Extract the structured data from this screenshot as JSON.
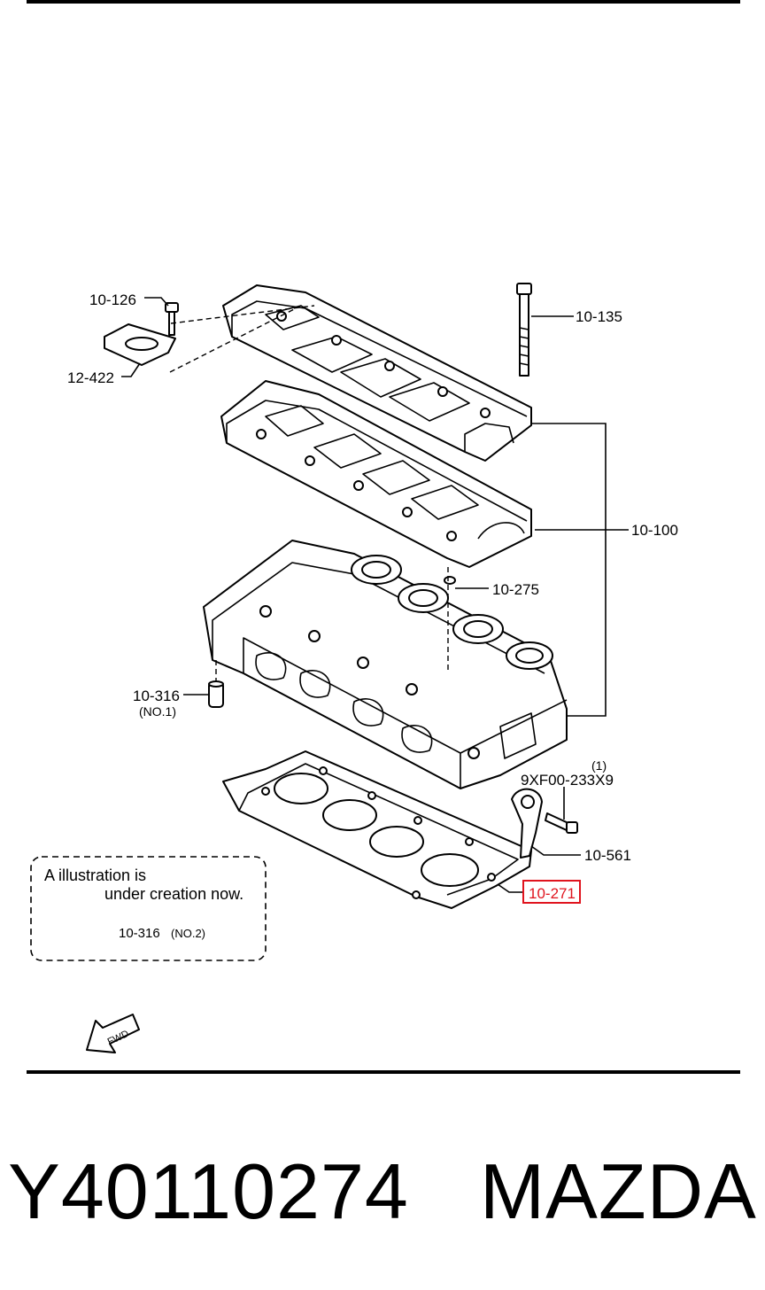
{
  "diagram": {
    "callouts": {
      "c1": "10-126",
      "c2": "12-422",
      "c3": "10-135",
      "c4": "10-100",
      "c5": "10-275",
      "c6": "10-316",
      "c6_note": "(NO.1)",
      "c7": "(1)",
      "c8": "9XF00-233X9",
      "c9": "10-561",
      "c10": "10-271"
    },
    "note_box": {
      "line1": "A illustration is",
      "line2": "under creation now.",
      "part": "10-316",
      "part_note": "(NO.2)"
    },
    "fwd_label": "FWD",
    "highlight_color": "#e0141e"
  },
  "footer": {
    "part_number": "Y40110274",
    "brand": "MAZDA"
  }
}
